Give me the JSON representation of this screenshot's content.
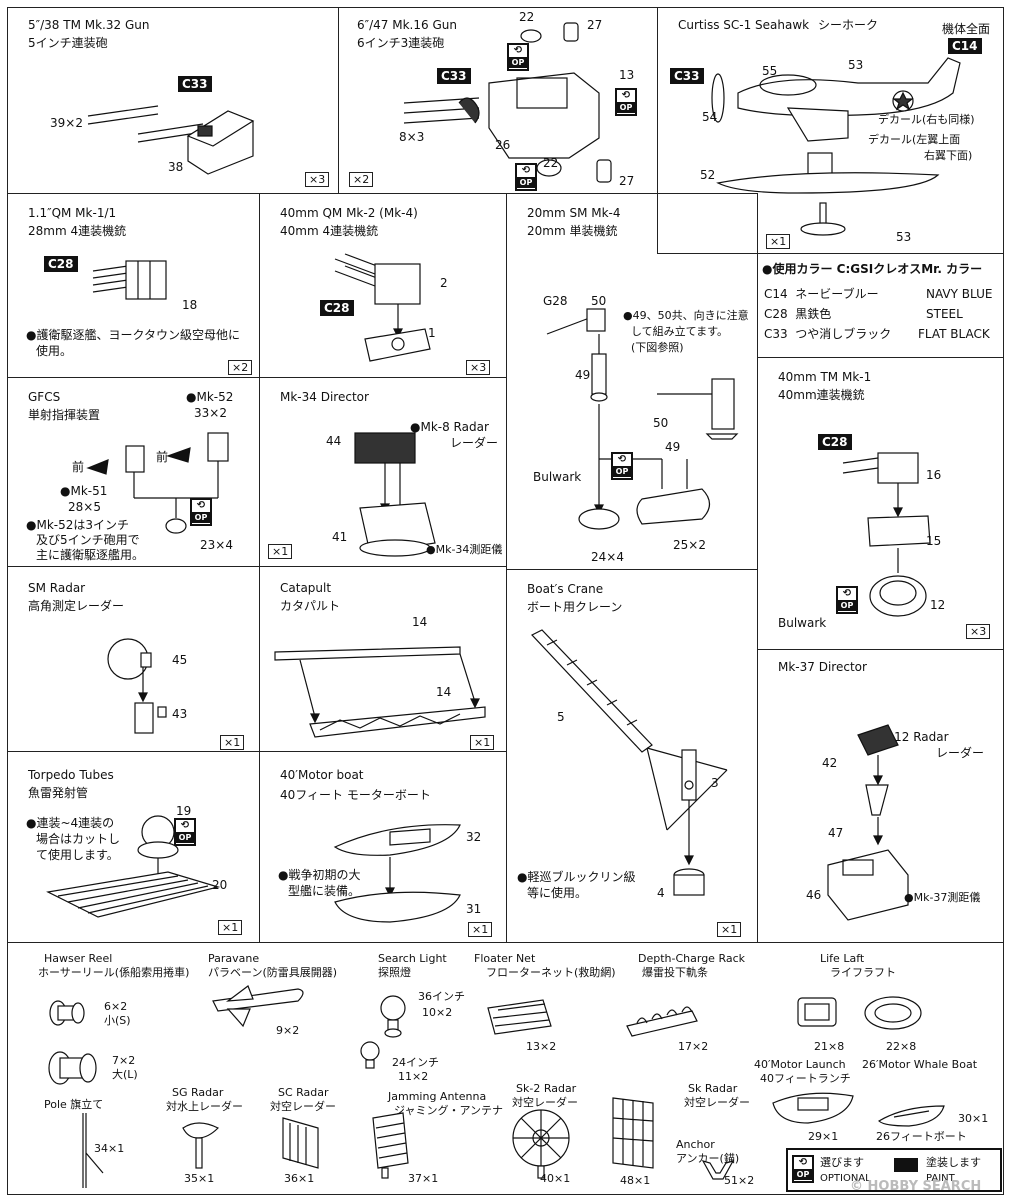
{
  "gun_5in": {
    "title": "5″/38 TM Mk.32 Gun",
    "subtitle": "5インチ連装砲",
    "code": "C33",
    "p1": "39×2",
    "p2": "38",
    "qty": "×3"
  },
  "gun_6in": {
    "title": "6″/47 Mk.16 Gun",
    "subtitle": "6インチ3連装砲",
    "code": "C33",
    "p1": "8×3",
    "p2": "26",
    "p3": "22",
    "p4": "27",
    "p5": "13",
    "p6": "22",
    "p7": "27",
    "qty": "×2"
  },
  "seahawk": {
    "title": "Curtiss SC-1 Seahawk",
    "title_jp": "シーホーク",
    "code": "C33",
    "code2": "C14",
    "overall": "機体全面",
    "p1": "53",
    "p2": "55",
    "p3": "54",
    "p4": "52",
    "p5": "53",
    "decal1": "デカール(右も同様)",
    "decal2": "デカール(左翼上面",
    "decal3": "右翼下面)",
    "qty": "×1"
  },
  "qm11": {
    "title": "1.1″QM Mk-1/1",
    "subtitle": "28mm 4連装機銃",
    "code": "C28",
    "p1": "18",
    "note1": "●護衛駆逐艦、ヨークタウン級空母他に",
    "note2": "使用。",
    "qty": "×2"
  },
  "qm40": {
    "title": "40mm QM Mk-2 (Mk-4)",
    "subtitle": "40mm 4連装機銃",
    "code": "C28",
    "p1": "2",
    "p2": "1",
    "qty": "×3"
  },
  "sm20": {
    "title": "20mm SM Mk-4",
    "subtitle": "20mm 単装機銃",
    "g": "G28",
    "p50": "50",
    "p49": "49",
    "note1": "●49、50共、向きに注意",
    "note2": "して組み立てます。",
    "note3": "(下図参照)",
    "p50b": "50",
    "p49b": "49",
    "bulwark": "Bulwark",
    "p1": "24×4",
    "p2": "25×2"
  },
  "colors": {
    "header": "●使用カラー C:GSIクレオスMr. カラー",
    "rows": [
      [
        "C14",
        "ネービーブルー",
        "NAVY BLUE"
      ],
      [
        "C28",
        "黒鉄色",
        "STEEL"
      ],
      [
        "C33",
        "つや消しブラック",
        "FLAT BLACK"
      ]
    ]
  },
  "gfcs": {
    "title": "GFCS",
    "subtitle": "単射指揮装置",
    "mk52": "●Mk-52",
    "mk52q": "33×2",
    "fwd1": "前",
    "fwd2": "前",
    "mk51": "●Mk-51",
    "mk51q": "28×5",
    "note1": "●Mk-52は3インチ",
    "note2": "及び5インチ砲用で",
    "note3": "主に護衛駆逐艦用。",
    "p1": "23×4"
  },
  "mk34": {
    "title": "Mk-34 Director",
    "radar": "●Mk-8  Radar",
    "radar_jp": "レーダー",
    "p1": "44",
    "p2": "41",
    "range": "●Mk-34測距儀",
    "qty": "×1"
  },
  "tm40": {
    "title": "40mm TM Mk-1",
    "subtitle": "40mm連装機銃",
    "code": "C28",
    "p1": "16",
    "p2": "15",
    "p3": "12",
    "bulwark": "Bulwark",
    "qty": "×3"
  },
  "smradar": {
    "title": "SM Radar",
    "subtitle": "高角測定レーダー",
    "p1": "45",
    "p2": "43",
    "qty": "×1"
  },
  "catapult": {
    "title": "Catapult",
    "subtitle": "カタパルト",
    "p1": "14",
    "p2": "14",
    "qty": "×1"
  },
  "crane": {
    "title": "Boat′s Crane",
    "subtitle": "ボート用クレーン",
    "p1": "5",
    "p2": "3",
    "p3": "4",
    "note1": "●軽巡ブルックリン級",
    "note2": "等に使用。",
    "qty": "×1"
  },
  "mk37": {
    "title": "Mk-37 Director",
    "radar": "●Mk-12 Radar",
    "radar_jp": "レーダー",
    "p1": "42",
    "p2": "47",
    "p3": "46",
    "range": "●Mk-37測距儀"
  },
  "torpedo": {
    "title": "Torpedo Tubes",
    "subtitle": "魚雷発射管",
    "p1": "19",
    "p2": "20",
    "note1": "●連装~4連装の",
    "note2": "場合はカットし",
    "note3": "て使用します。",
    "qty": "×1"
  },
  "motorboat": {
    "title": "40′Motor boat",
    "subtitle": "40フィート モーターボート",
    "p1": "32",
    "p2": "31",
    "note1": "●戦争初期の大",
    "note2": "型艦に装備。",
    "qty": "×1"
  },
  "bottom": {
    "hawser": {
      "en": "Hawser Reel",
      "jp": "ホーサーリール(係船索用捲車)",
      "q1": "6×2",
      "q1b": "小(S)",
      "q2": "7×2",
      "q2b": "大(L)"
    },
    "paravane": {
      "en": "Paravane",
      "jp": "パラベーン(防雷具展開器)",
      "q": "9×2"
    },
    "searchlight": {
      "en": "Search Light",
      "jp": "探照燈",
      "a": "36インチ",
      "aq": "10×2",
      "b": "24インチ",
      "bq": "11×2"
    },
    "floater": {
      "en": "Floater Net",
      "jp": "フローターネット(救助網)",
      "q": "13×2"
    },
    "depth": {
      "en": "Depth-Charge Rack",
      "jp": "爆雷投下軌条",
      "q": "17×2"
    },
    "liferaft": {
      "en": "Life Laft",
      "jp": "ライフラフト",
      "q1": "21×8",
      "q2": "22×8"
    },
    "pole": {
      "en": "Pole",
      "jp": "旗立て",
      "q": "34×1"
    },
    "sg": {
      "en": "SG Radar",
      "jp": "対水上レーダー",
      "q": "35×1"
    },
    "sc": {
      "en": "SC Radar",
      "jp": "対空レーダー",
      "q": "36×1"
    },
    "jamming": {
      "en": "Jamming Antenna",
      "jp": "ジャミング・アンテナ",
      "q": "37×1"
    },
    "sk2": {
      "en": "Sk-2 Radar",
      "jp": "対空レーダー",
      "q": "40×1"
    },
    "sk": {
      "en": "Sk Radar",
      "jp": "対空レーダー",
      "q": "48×1"
    },
    "anchor": {
      "en": "Anchor",
      "jp": "アンカー(錨)",
      "q": "51×2"
    },
    "launch": {
      "en": "40′Motor Launch",
      "jp": "40フィートランチ",
      "q": "29×1"
    },
    "whale": {
      "en": "26′Motor Whale Boat",
      "jp": "26フィートボート",
      "q": "30×1"
    }
  },
  "legend": {
    "op_jp": "選びます",
    "op_en": "OPTIONAL",
    "paint_jp": "塗装します",
    "paint_en": "PAINT",
    "op_icon": "OP"
  },
  "watermark": "© HOBBY SEARCH"
}
